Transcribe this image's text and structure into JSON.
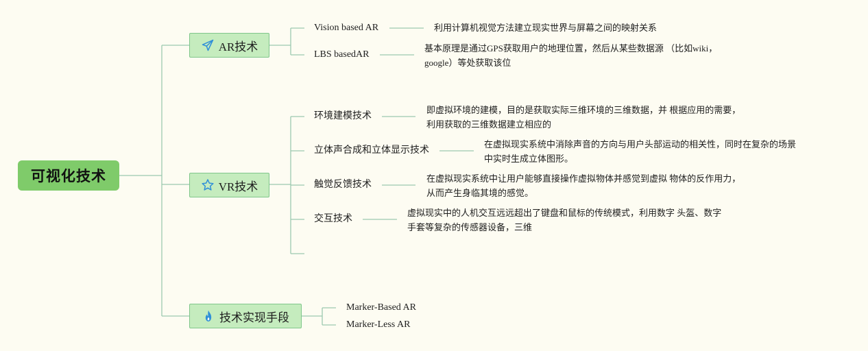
{
  "root": {
    "label": "可视化技术"
  },
  "branches": [
    {
      "label": "AR技术",
      "icon": "paper-plane-icon",
      "topics": [
        {
          "label": "Vision based AR",
          "desc_lines": [
            "利用计算机视觉方法建立现实世界与屏幕之间的映射关系"
          ]
        },
        {
          "label": "LBS basedAR",
          "desc_lines": [
            "基本原理是通过GPS获取用户的地理位置，然后从某些数据源 （比如wiki，",
            "google）等处获取该位"
          ]
        }
      ]
    },
    {
      "label": "VR技术",
      "icon": "star-outline-icon",
      "topics": [
        {
          "label": "环境建模技术",
          "desc_lines": [
            "即虚拟环境的建模，目的是获取实际三维环境的三维数据，并 根据应用的需要，",
            "利用获取的三维数据建立相应的"
          ]
        },
        {
          "label": "立体声合成和立体显示技术",
          "desc_lines": [
            "在虚拟现实系统中消除声音的方向与用户头部运动的相关性，同时在复杂的场景",
            "中实时生成立体图形。"
          ]
        },
        {
          "label": "触觉反馈技术",
          "desc_lines": [
            "在虚拟现实系统中让用户能够直接操作虚拟物体并感觉到虚拟 物体的反作用力，",
            "从而产生身临其境的感觉。"
          ]
        },
        {
          "label": "交互技术",
          "desc_lines": [
            "虚拟现实中的人机交互远远超出了键盘和鼠标的传统模式，利用数字 头盔、数字",
            "手套等复杂的传感器设备，三维"
          ]
        }
      ]
    },
    {
      "label": "技术实现手段",
      "icon": "flame-icon",
      "topics": [
        {
          "label": "Marker-Based AR"
        },
        {
          "label": "Marker-Less AR"
        }
      ]
    }
  ],
  "colors": {
    "background": "#fdfcf2",
    "root_fill": "#7fcb6a",
    "branch_fill": "#c5ecbe",
    "branch_border": "#7fc68a",
    "connector": "#9cc9b0",
    "icon": "#2f8fd8"
  }
}
